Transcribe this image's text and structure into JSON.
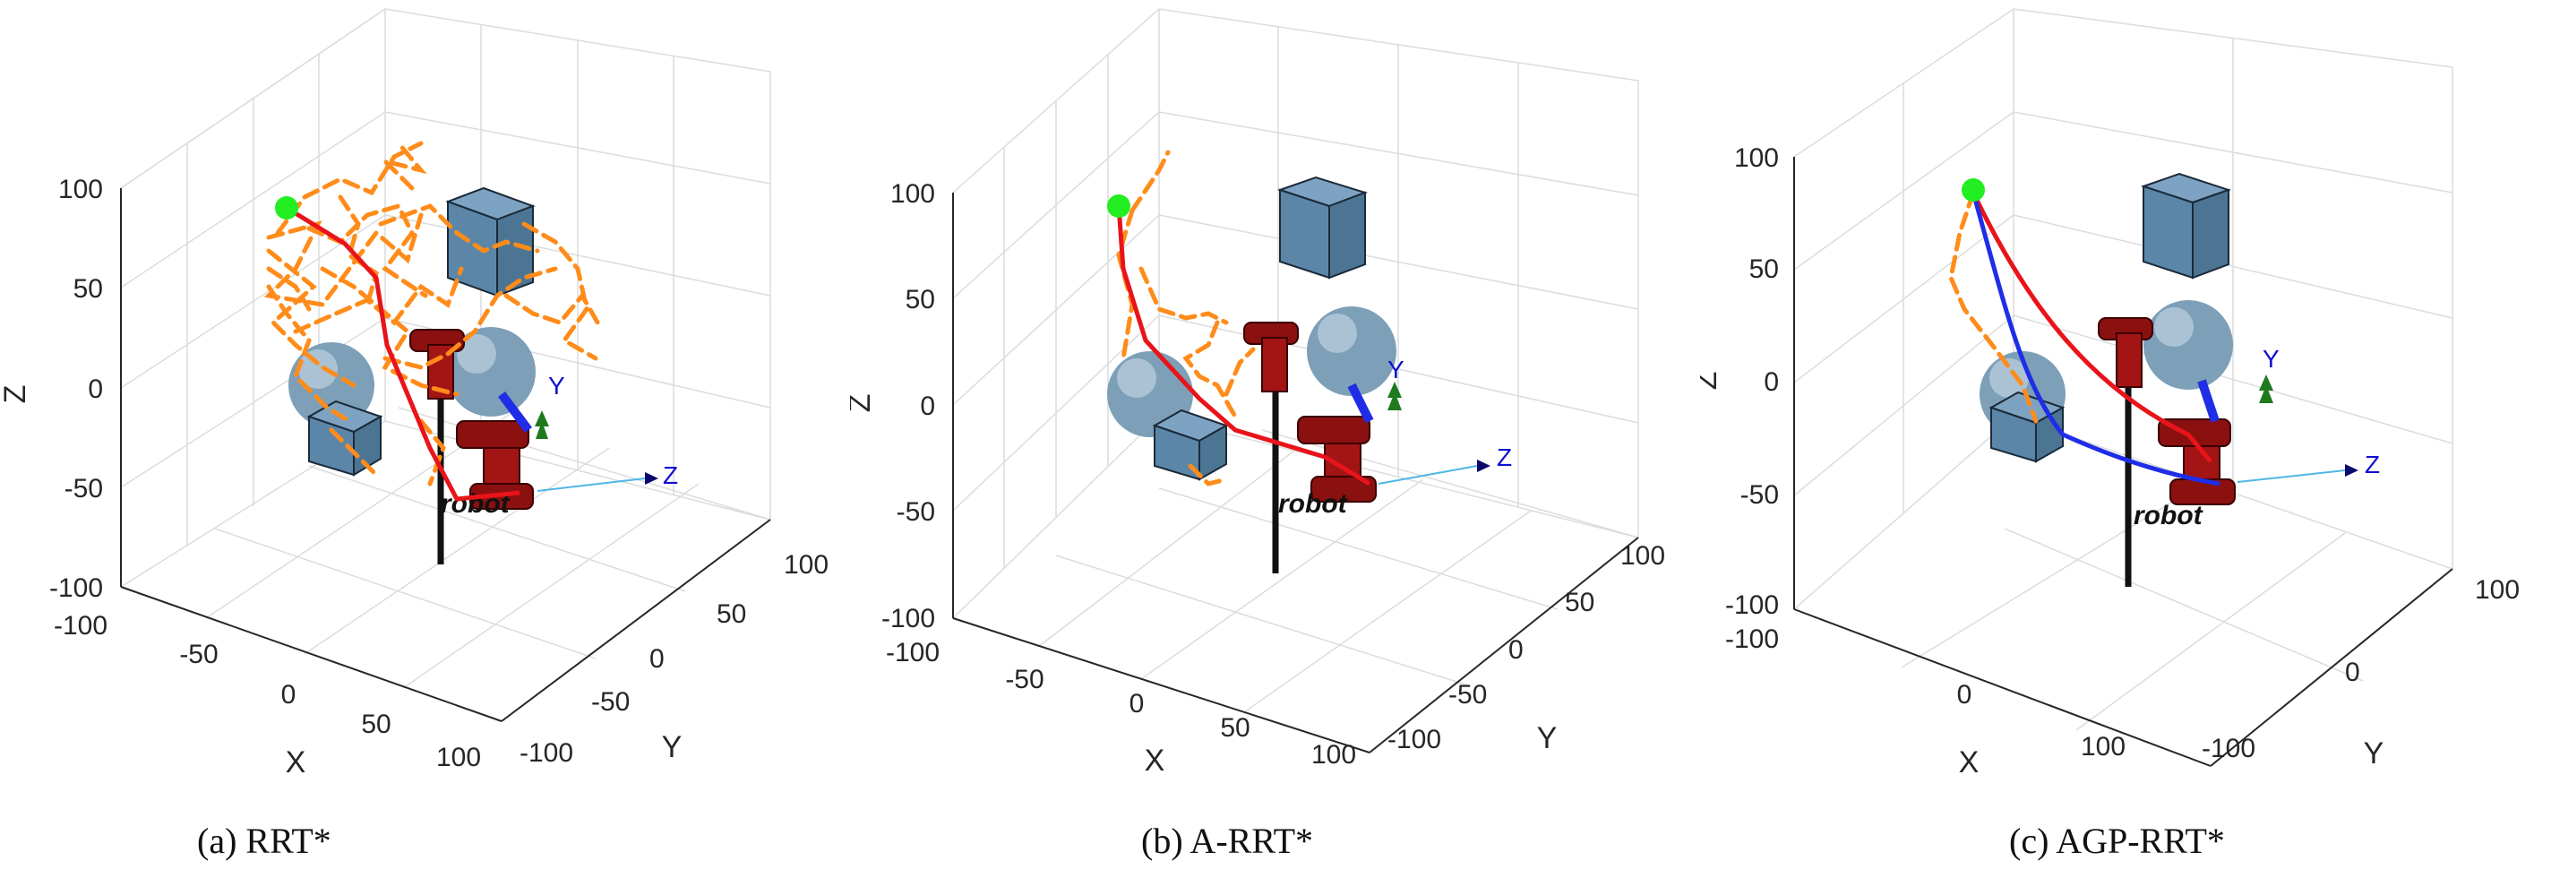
{
  "colors": {
    "grid": "#dcdcdc",
    "axis": "#262626",
    "tree": "#ff8c1a",
    "path_raw": "#e8141a",
    "path_smooth": "#1f2ee6",
    "start": "#22ee22",
    "obstacle": "#5b86a8",
    "robot": "#8b1010"
  },
  "chart_data": [
    {
      "type": "3d-line",
      "caption": "(a) RRT*",
      "xlabel": "X",
      "ylabel": "Y",
      "zlabel": "Z",
      "xlim": [
        -100,
        100
      ],
      "ylim": [
        -100,
        100
      ],
      "zlim": [
        -100,
        100
      ],
      "x_ticks": [
        "-100",
        "-50",
        "0",
        "50",
        "100"
      ],
      "y_ticks": [
        "-100",
        "-50",
        "0",
        "50",
        "100"
      ],
      "z_ticks": [
        "100",
        "50",
        "0",
        "-50",
        "-100"
      ],
      "grid": true,
      "robot_label": "robot",
      "frame_labels": {
        "y": "Y",
        "z": "Z"
      },
      "series": [
        {
          "role": "exploration-tree",
          "style": "dashed"
        },
        {
          "role": "path",
          "style": "solid",
          "points": [
            [
              -80,
              -70,
              90
            ],
            [
              -40,
              -60,
              55
            ],
            [
              -30,
              -40,
              20
            ],
            [
              -10,
              -20,
              -10
            ],
            [
              15,
              20,
              -50
            ],
            [
              40,
              40,
              -40
            ]
          ]
        }
      ]
    },
    {
      "type": "3d-line",
      "caption": "(b) A-RRT*",
      "xlabel": "X",
      "ylabel": "Y",
      "zlabel": "Z",
      "xlim": [
        -100,
        100
      ],
      "ylim": [
        -100,
        100
      ],
      "zlim": [
        -100,
        100
      ],
      "x_ticks": [
        "-100",
        "-50",
        "0",
        "50",
        "100"
      ],
      "y_ticks": [
        "-100",
        "-50",
        "0",
        "50",
        "100"
      ],
      "z_ticks": [
        "100",
        "50",
        "0",
        "-50",
        "-100"
      ],
      "grid": true,
      "robot_label": "robot",
      "frame_labels": {
        "y": "Y",
        "z": "Z"
      },
      "series": [
        {
          "role": "exploration-tree",
          "style": "dashed"
        },
        {
          "role": "path",
          "style": "solid",
          "points": [
            [
              -80,
              -70,
              90
            ],
            [
              -75,
              -60,
              30
            ],
            [
              -55,
              -40,
              0
            ],
            [
              -30,
              -20,
              -30
            ],
            [
              20,
              20,
              -50
            ],
            [
              40,
              40,
              -40
            ]
          ]
        }
      ]
    },
    {
      "type": "3d-line",
      "caption": "(c) AGP-RRT*",
      "xlabel": "X",
      "ylabel": "Y",
      "zlabel": "Z",
      "xlim": [
        -100,
        100
      ],
      "ylim": [
        -100,
        100
      ],
      "zlim": [
        -100,
        100
      ],
      "x_ticks": [
        "-100",
        "0",
        "100"
      ],
      "y_ticks": [
        "-100",
        "0",
        "100"
      ],
      "z_ticks": [
        "100",
        "50",
        "0",
        "-50",
        "-100"
      ],
      "grid": true,
      "robot_label": "robot",
      "frame_labels": {
        "y": "Y",
        "z": "Z"
      },
      "series": [
        {
          "role": "exploration-tree",
          "style": "dashed"
        },
        {
          "role": "path",
          "style": "solid",
          "points": [
            [
              -80,
              -70,
              90
            ],
            [
              -60,
              -50,
              40
            ],
            [
              -40,
              -30,
              0
            ],
            [
              -10,
              0,
              -30
            ],
            [
              20,
              20,
              -50
            ],
            [
              40,
              40,
              -40
            ]
          ]
        },
        {
          "role": "smoothed-path",
          "style": "solid",
          "points": [
            [
              -80,
              -70,
              90
            ],
            [
              -70,
              -60,
              20
            ],
            [
              -50,
              -40,
              -20
            ],
            [
              0,
              0,
              -45
            ],
            [
              20,
              20,
              -50
            ],
            [
              40,
              40,
              -40
            ]
          ]
        }
      ]
    }
  ]
}
